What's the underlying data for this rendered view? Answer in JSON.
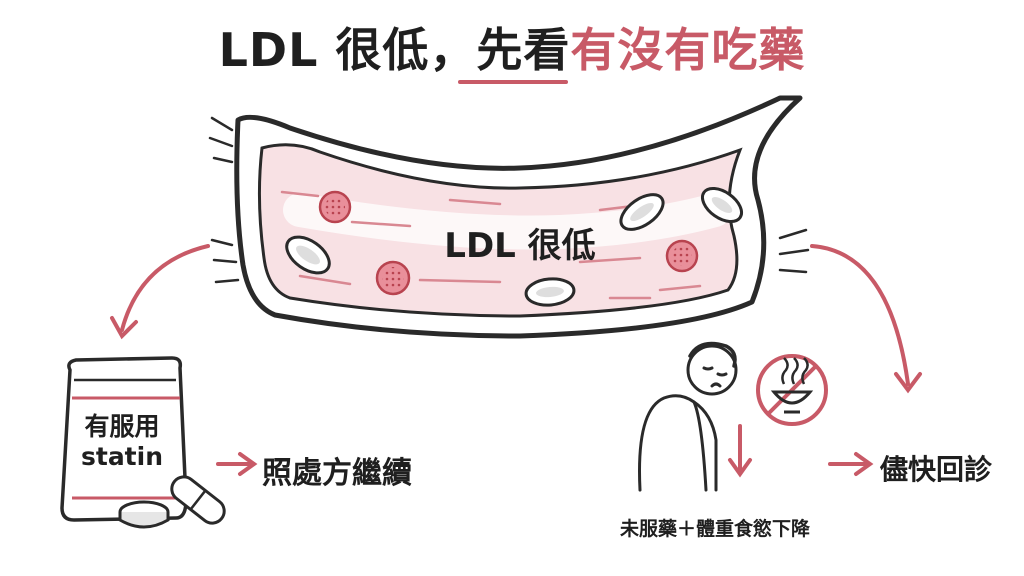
{
  "title": {
    "main": "LDL 很低，先看",
    "accent": "有沒有吃藥"
  },
  "vessel": {
    "label": "LDL 很低"
  },
  "left_branch": {
    "bag_line1": "有服用",
    "bag_line2": "statin",
    "result": "照處方繼續"
  },
  "right_branch": {
    "condition": "未服藥＋體重食慾下降",
    "result": "儘快回診"
  },
  "colors": {
    "accent": "#c85a67",
    "ink": "#1f1f1f",
    "vessel_fill": "#f8e1e4",
    "cell_fill": "#e98f9a"
  }
}
